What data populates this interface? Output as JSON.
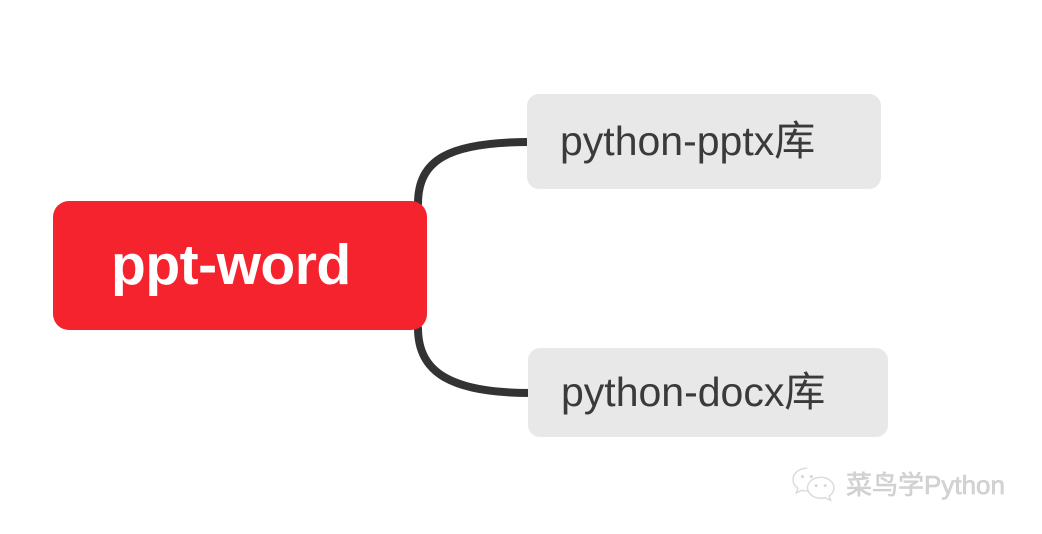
{
  "diagram": {
    "type": "mindmap",
    "background_color": "#ffffff",
    "root": {
      "label": "ppt-word",
      "fill_color": "#f5232e",
      "text_color": "#ffffff"
    },
    "children": [
      {
        "label": "python-pptx库",
        "fill_color": "#e8e8e8",
        "text_color": "#3a3a3a",
        "position": "top-right"
      },
      {
        "label": "python-docx库",
        "fill_color": "#e8e8e8",
        "text_color": "#3a3a3a",
        "position": "bottom-right"
      }
    ],
    "connector_color": "#333333"
  },
  "watermark": {
    "icon": "wechat-icon",
    "text": "菜鸟学Python",
    "color": "#d2d2d2"
  }
}
